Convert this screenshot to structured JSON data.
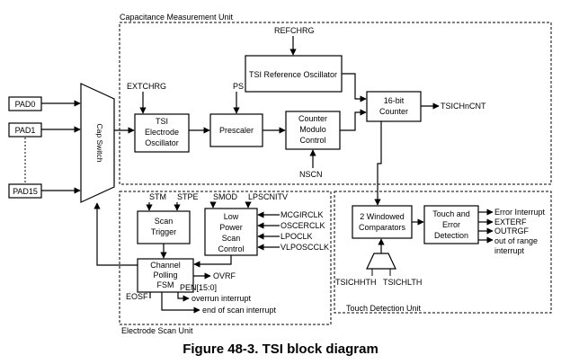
{
  "units": {
    "capacitance": "Capacitance Measurement Unit",
    "scan": "Electrode Scan Unit",
    "touch": "Touch Detection Unit"
  },
  "pads": [
    "PAD0",
    "PAD1",
    "PAD15"
  ],
  "cap_switch": "Cap Switch",
  "blocks": {
    "tsi_osc": [
      "TSI",
      "Electrode",
      "Oscillator"
    ],
    "prescaler": "Prescaler",
    "counter_modulo": [
      "Counter",
      "Modulo",
      "Control"
    ],
    "ref_osc": "TSI  Reference Oscillator",
    "counter16": [
      "16-bit",
      "Counter"
    ],
    "scan_trigger": [
      "Scan",
      "Trigger"
    ],
    "low_power": [
      "Low",
      "Power",
      "Scan",
      "Control"
    ],
    "channel_fsm": [
      "Channel",
      "Polling",
      "FSM"
    ],
    "windowed": [
      "2 Windowed",
      "Comparators"
    ],
    "touch_error": [
      "Touch and",
      "Error",
      "Detection"
    ]
  },
  "signals": {
    "refchrg": "REFCHRG",
    "extchrg": "EXTCHRG",
    "ps": "PS",
    "nscn": "NSCN",
    "tsichncnt": "TSICHnCNT",
    "stm": "STM",
    "stpe": "STPE",
    "smod": "SMOD",
    "lpscnitv": "LPSCNITV",
    "mcgirclk": "MCGIRCLK",
    "oscerclk": "OSCERCLK",
    "lpoclk": "LPOCLK",
    "vlposcclk": "VLPOSCCLK",
    "ovrf": "OVRF",
    "pen": "PEN[15:0]",
    "overrun": "overrun interrupt",
    "end_scan": "end of scan interrupt",
    "eosf": "EOSF",
    "tsichhth": "TSICHHTH",
    "tsichlth": "TSICHLTH",
    "error_interrupt": "Error Interrupt",
    "exterf": "EXTERF",
    "outrgf": "OUTRGF",
    "out_of_range": [
      "out of range",
      "interrupt"
    ]
  },
  "caption": "Figure 48-3. TSI block diagram"
}
